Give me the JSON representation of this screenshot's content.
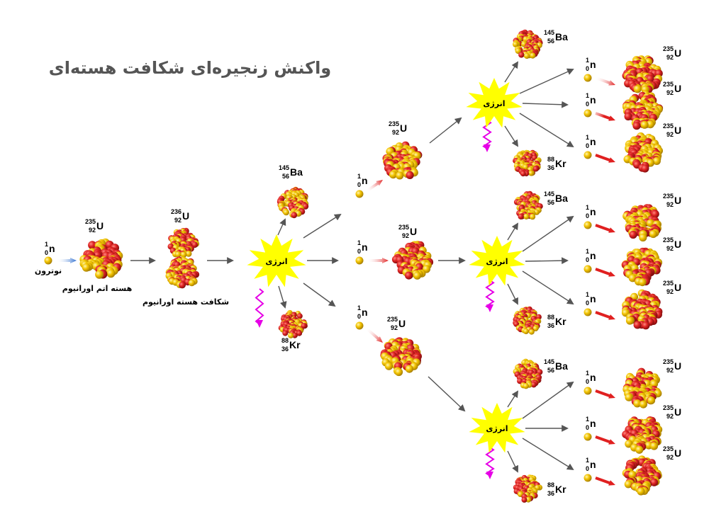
{
  "title": "واکنش زنجیره‌ای شکافت هسته‌ای",
  "labels": {
    "neutron": "نوترون",
    "uranium_nucleus": "هسته اتم اورانیوم",
    "fission": "شکافت هسته اورانیوم",
    "energy": "انرژی"
  },
  "symbols": {
    "n": {
      "sym": "n",
      "mass": "1",
      "atomic": "0"
    },
    "u235": {
      "sym": "U",
      "mass": "235",
      "atomic": "92"
    },
    "u236": {
      "sym": "U",
      "mass": "236",
      "atomic": "92"
    },
    "ba": {
      "sym": "Ba",
      "mass": "145",
      "atomic": "56"
    },
    "kr": {
      "sym": "Kr",
      "mass": "88",
      "atomic": "36"
    }
  },
  "colors": {
    "proton": "#d41f1f",
    "neutron_particle": "#f2c200",
    "energy_burst": "#ffff00",
    "radiation": "#e600e6",
    "arrow": "#555555",
    "incoming_neutron_arrow_1": "#3a7bd5",
    "incoming_neutron_arrow_2": "#e02020",
    "title": "#555555"
  },
  "icons": [
    "nucleus-icon",
    "neutron-particle-icon",
    "energy-burst-icon",
    "radiation-wave-icon",
    "arrow-icon"
  ]
}
